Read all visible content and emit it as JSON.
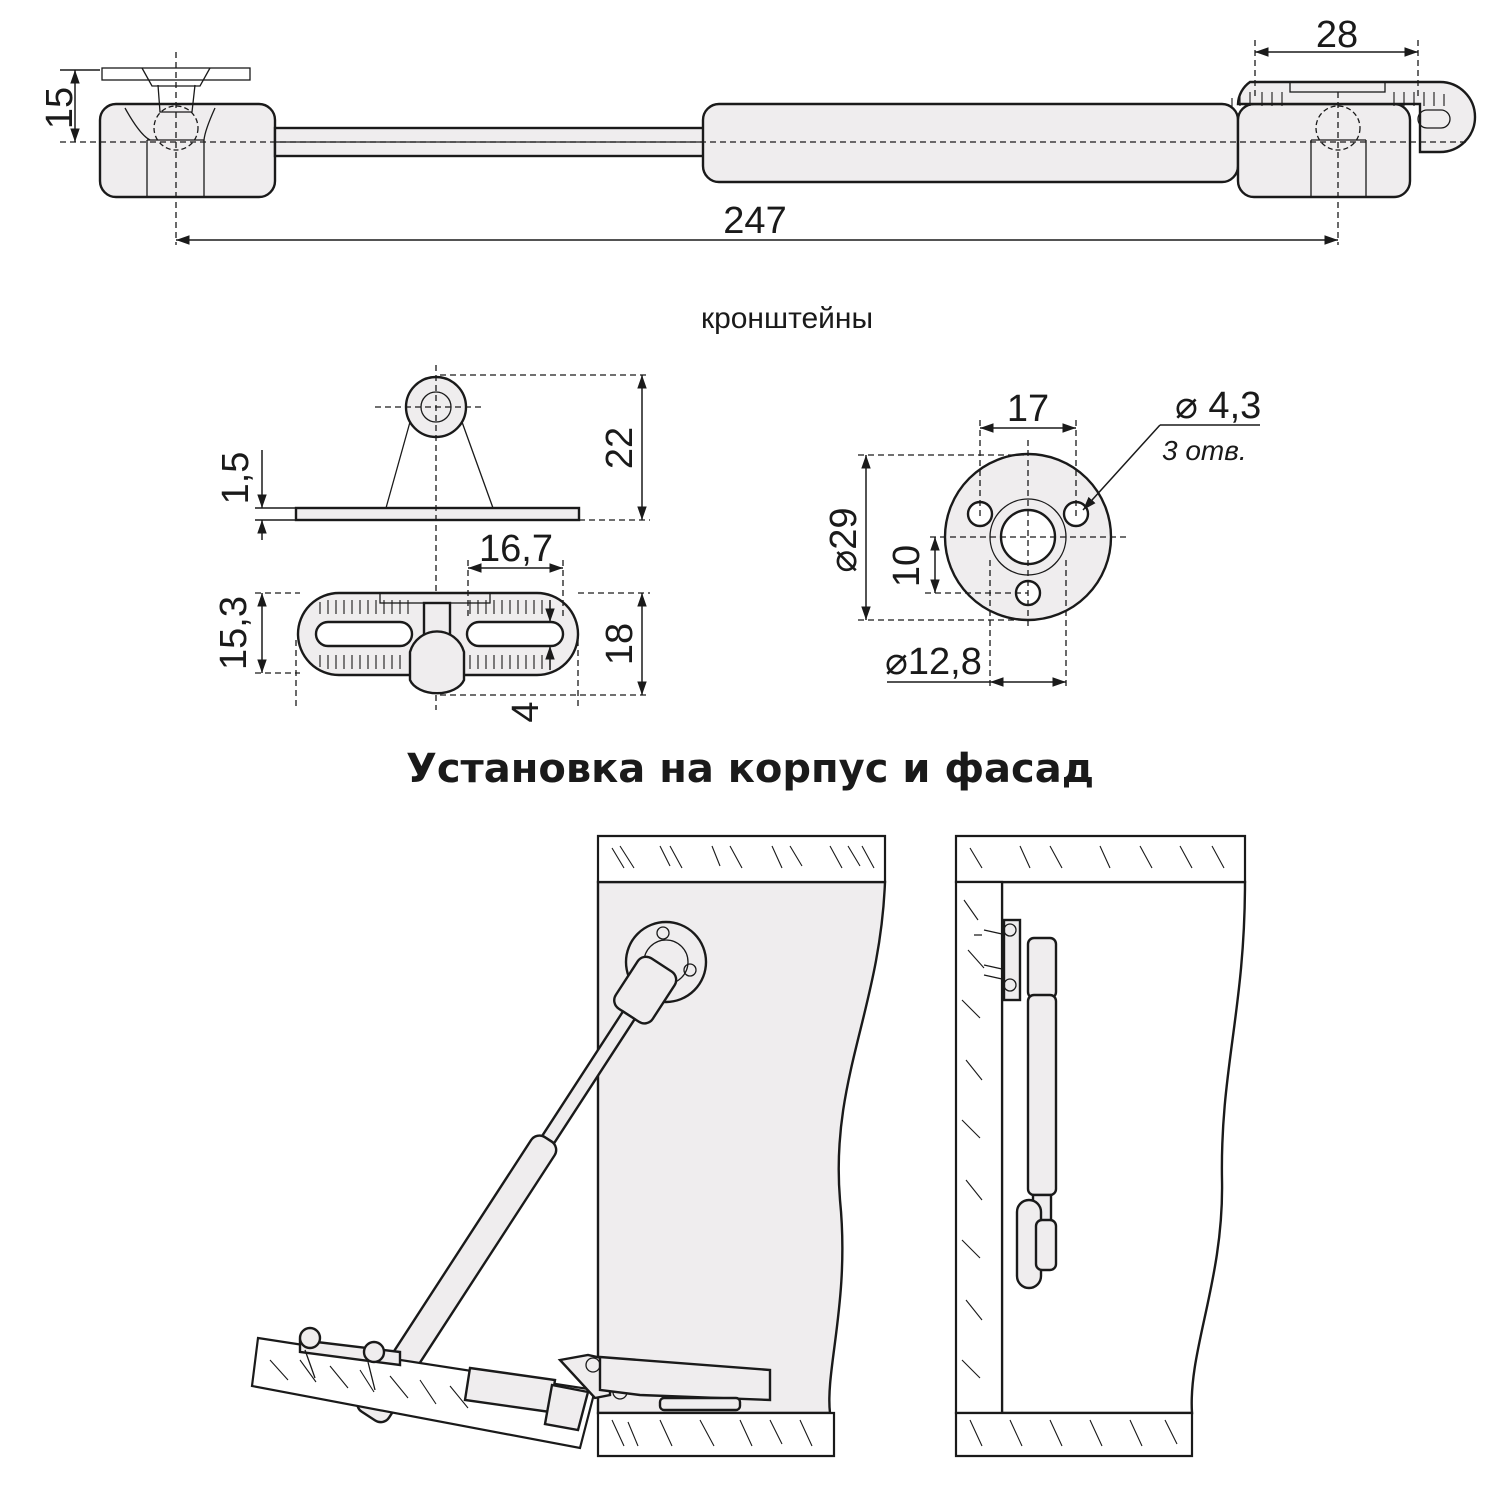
{
  "dimensions": {
    "overall_length": "247",
    "end_height": "15",
    "end_width": "28",
    "bracket_thickness": "1,5",
    "bracket_height": "22",
    "slot_spacing": "16,7",
    "plate_height_inner": "15,3",
    "plate_height": "18",
    "slot_width": "4",
    "hole_spacing": "17",
    "hole_diameter": "⌀ 4,3",
    "hole_count": "3 отв.",
    "flange_diameter": "⌀29",
    "center_offset": "10",
    "boss_diameter": "⌀12,8"
  },
  "labels": {
    "brackets": "кронштейны",
    "installation": "Установка на корпус и фасад"
  },
  "colors": {
    "line": "#1a1a1a",
    "fill": "#efedee",
    "background": "#ffffff"
  }
}
